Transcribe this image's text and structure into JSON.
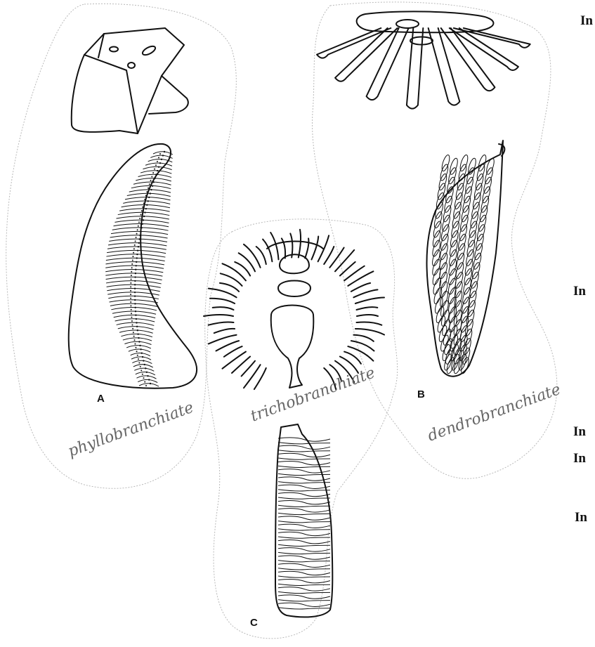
{
  "figure": {
    "panels": [
      {
        "letter": "A",
        "handwritten_label": "phyllobranchiate"
      },
      {
        "letter": "B",
        "handwritten_label": "dendrobranchiate"
      },
      {
        "letter": "C",
        "handwritten_label": "trichobranchiate"
      }
    ],
    "margin_fragments": [
      "In",
      "In",
      "In",
      "In",
      "In"
    ]
  }
}
